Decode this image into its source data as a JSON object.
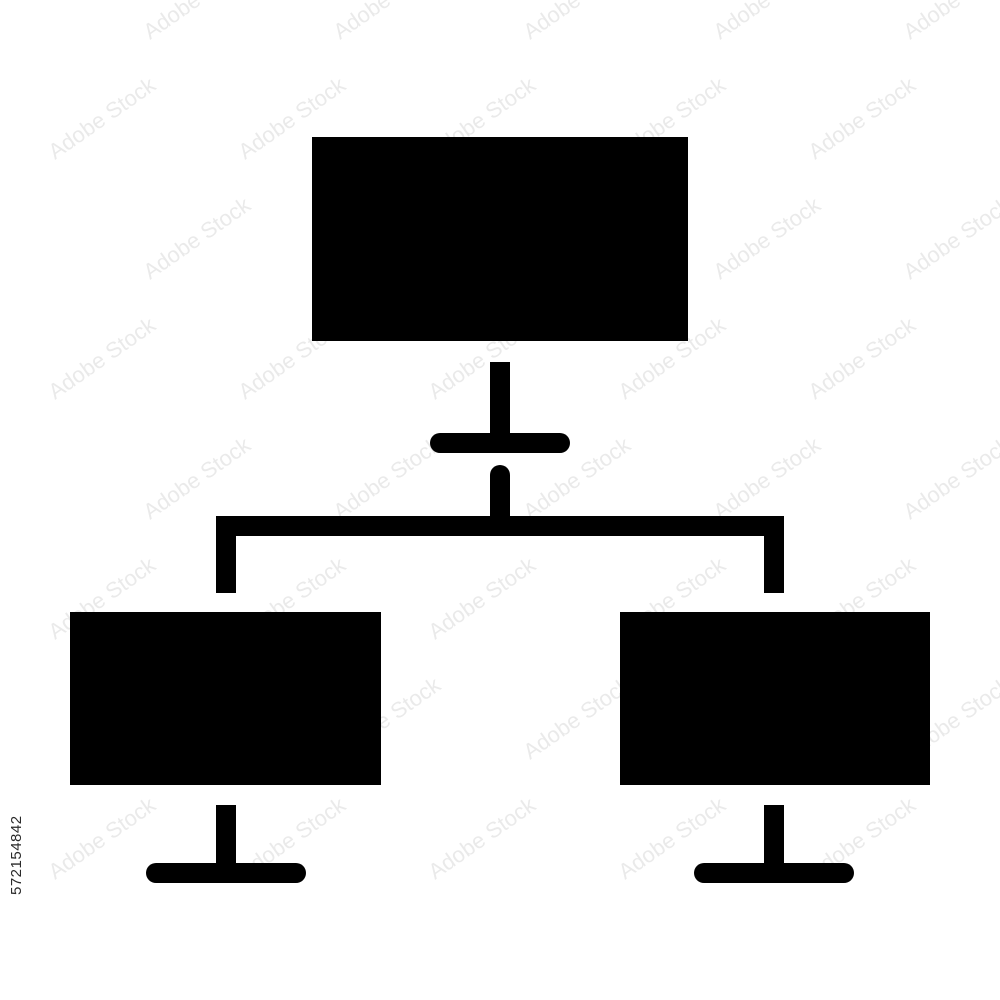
{
  "icon": {
    "name": "network-hierarchy-icon",
    "fill_color": "#000000",
    "background_color": "#ffffff",
    "nodes": [
      {
        "name": "top-monitor"
      },
      {
        "name": "left-monitor"
      },
      {
        "name": "right-monitor"
      }
    ]
  },
  "watermark": {
    "text": "Adobe Stock",
    "color": "#d9d9d9"
  },
  "stock_id": "572154842"
}
